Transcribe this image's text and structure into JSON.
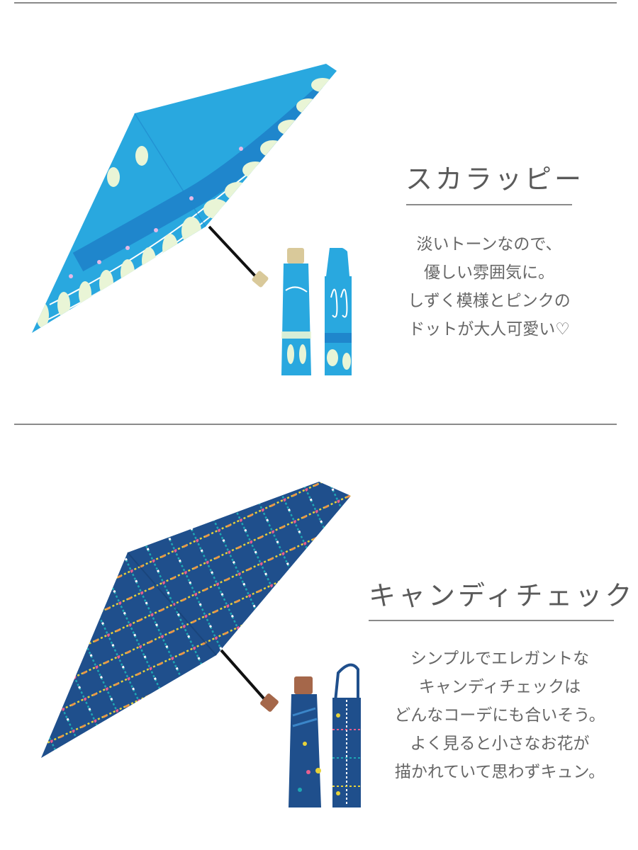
{
  "products": [
    {
      "name": "スカラッピー",
      "description_lines": [
        "淡いトーンなので、",
        "優しい雰囲気に。",
        "しずく模様とピンクの",
        "ドットが大人可愛い♡"
      ],
      "colors": {
        "canopy": "#29a8df",
        "canopy_dark": "#1f86cc",
        "pattern": "#e9f5d6",
        "dots": "#e6b8e6",
        "handle": "#d9c99a"
      },
      "images": [
        "open-umbrella",
        "folded-umbrella",
        "umbrella-sleeve"
      ]
    },
    {
      "name": "キャンディチェック",
      "description_lines": [
        "シンプルでエレガントな",
        "キャンディチェックは",
        "どんなコーデにも合いそう。",
        "よく見ると小さなお花が",
        "描かれていて思わずキュン。"
      ],
      "colors": {
        "canopy": "#1f4f8c",
        "canopy_dark": "#183f72",
        "check_pink": "#e8608f",
        "check_teal": "#1fa6b3",
        "check_yellow": "#e6d23a",
        "check_orange": "#e9934a",
        "check_white": "#ffffff",
        "handle": "#a5674a"
      },
      "images": [
        "open-umbrella",
        "folded-umbrella",
        "umbrella-sleeve"
      ]
    }
  ]
}
